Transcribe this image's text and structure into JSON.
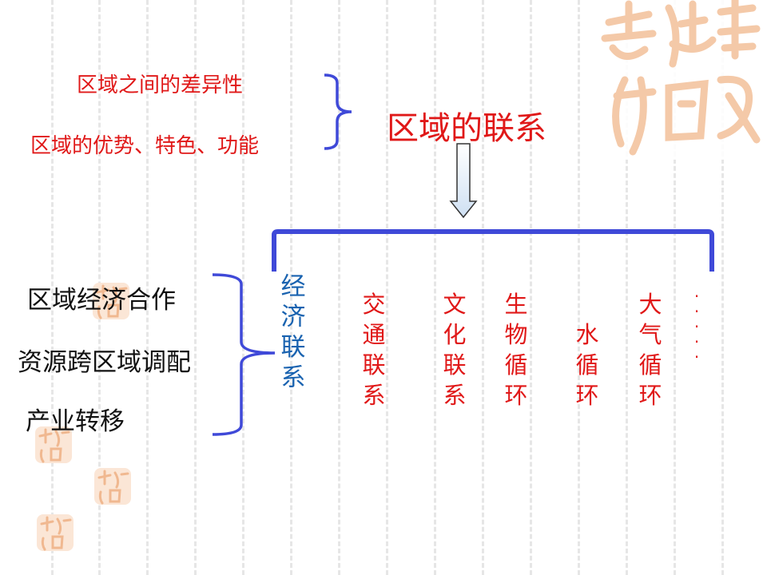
{
  "slide": {
    "top_items": [
      "区域之间的差异性",
      "区域的优势、特色、功能"
    ],
    "main_title": "区域的联系",
    "left_items": [
      "区域经济合作",
      "资源跨区域调配",
      "产业转移"
    ],
    "economic_link": "经济联系",
    "link_types": [
      "交通联系",
      "文化联系",
      "生物循环",
      "水循环",
      "大气循环"
    ],
    "ellipsis": "·····",
    "colors": {
      "red": "#e01818",
      "blue_bracket": "#3f49d8",
      "blue_text": "#1a63b0",
      "decor": "#f4c9a8"
    },
    "decor_text": "吉祥如意"
  }
}
